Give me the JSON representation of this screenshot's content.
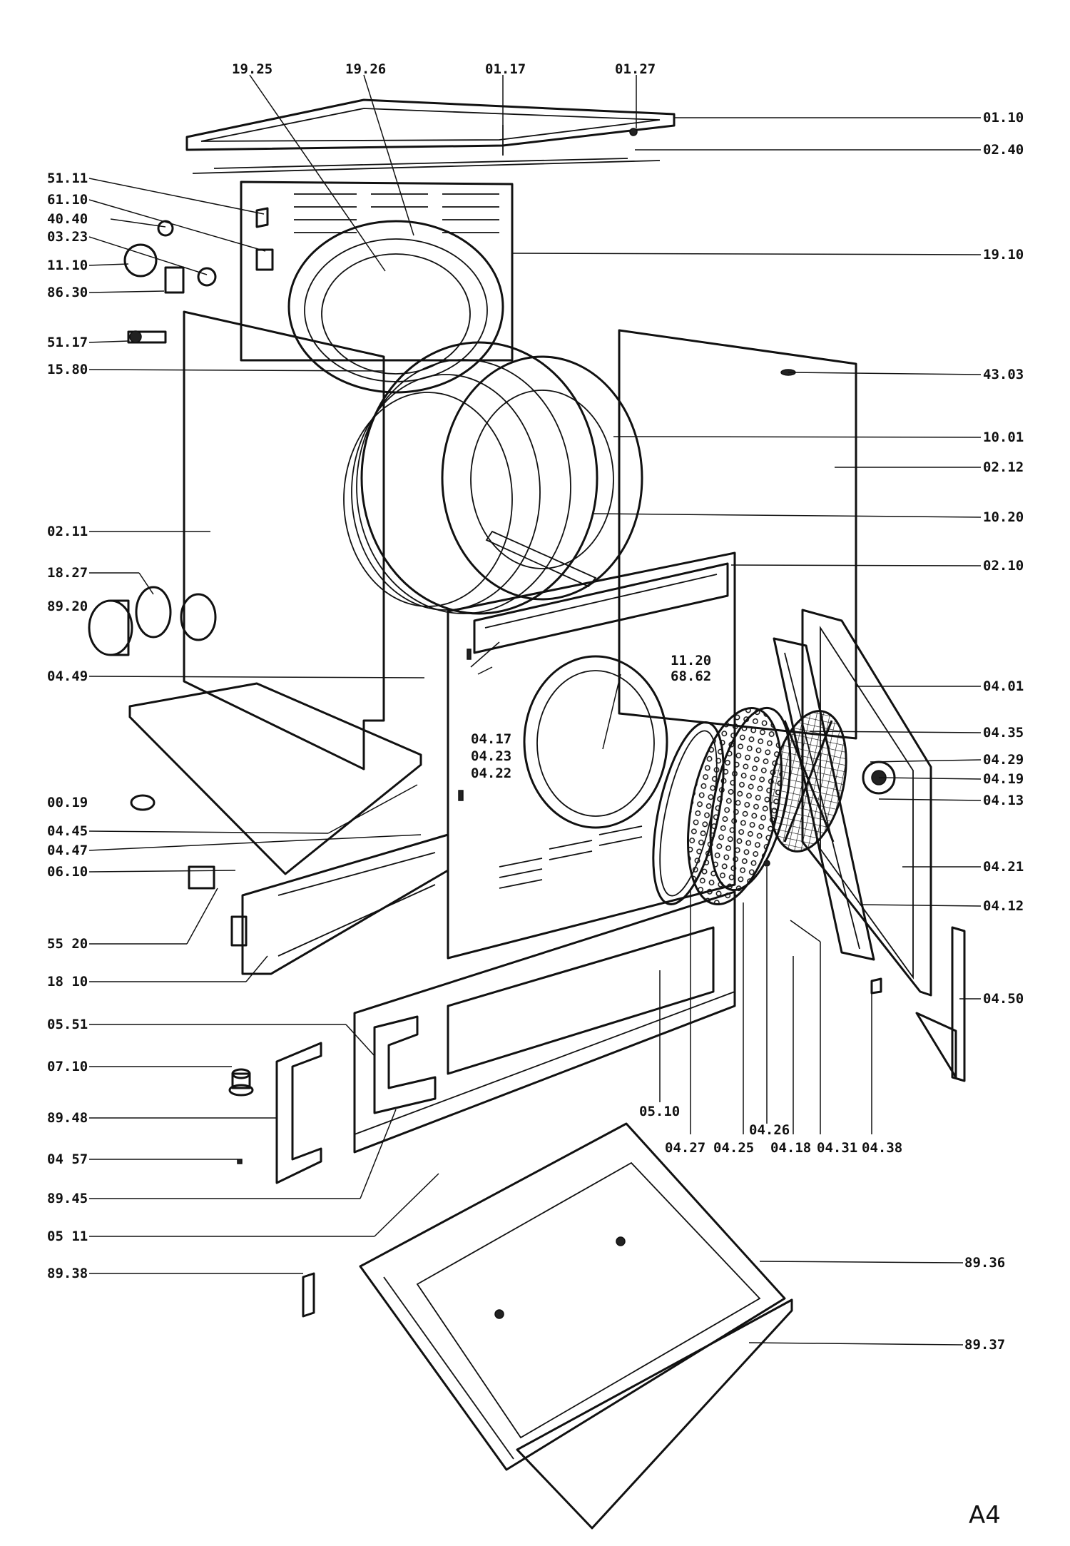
{
  "labels": [
    {
      "id": "19.25",
      "text": "19.25"
    },
    {
      "id": "19.26",
      "text": "19.26"
    },
    {
      "id": "01.17",
      "text": "01.17"
    },
    {
      "id": "01.27",
      "text": "01.27"
    },
    {
      "id": "01.10",
      "text": "01.10"
    },
    {
      "id": "02.40",
      "text": "02.40"
    },
    {
      "id": "51.11",
      "text": "51.11"
    },
    {
      "id": "61.10",
      "text": "61.10"
    },
    {
      "id": "40.40",
      "text": "40.40"
    },
    {
      "id": "03.23",
      "text": "03.23"
    },
    {
      "id": "11.10",
      "text": "11.10"
    },
    {
      "id": "86.30",
      "text": "86.30"
    },
    {
      "id": "19.10",
      "text": "19.10"
    },
    {
      "id": "51.17",
      "text": "51.17"
    },
    {
      "id": "15.80",
      "text": "15.80"
    },
    {
      "id": "43.03",
      "text": "43.03"
    },
    {
      "id": "10.01",
      "text": "10.01"
    },
    {
      "id": "02.12",
      "text": "02.12"
    },
    {
      "id": "10.20",
      "text": "10.20"
    },
    {
      "id": "02.11",
      "text": "02.11"
    },
    {
      "id": "02.10",
      "text": "02.10"
    },
    {
      "id": "18.27",
      "text": "18.27"
    },
    {
      "id": "89.20",
      "text": "89.20"
    },
    {
      "id": "11.20",
      "text": "11.20"
    },
    {
      "id": "68.62",
      "text": "68.62"
    },
    {
      "id": "04.49",
      "text": "04.49"
    },
    {
      "id": "04.01",
      "text": "04.01"
    },
    {
      "id": "04.17",
      "text": "04.17"
    },
    {
      "id": "04.23",
      "text": "04.23"
    },
    {
      "id": "04.22",
      "text": "04.22"
    },
    {
      "id": "04.35",
      "text": "04.35"
    },
    {
      "id": "04.29",
      "text": "04.29"
    },
    {
      "id": "04.19",
      "text": "04.19"
    },
    {
      "id": "00.19",
      "text": "00.19"
    },
    {
      "id": "04.13",
      "text": "04.13"
    },
    {
      "id": "04.45",
      "text": "04.45"
    },
    {
      "id": "04.47",
      "text": "04.47"
    },
    {
      "id": "06.10",
      "text": "06.10"
    },
    {
      "id": "04.21",
      "text": "04.21"
    },
    {
      "id": "04.12",
      "text": "04.12"
    },
    {
      "id": "55.20",
      "text": "55 20"
    },
    {
      "id": "18.10",
      "text": "18 10"
    },
    {
      "id": "04.50",
      "text": "04.50"
    },
    {
      "id": "05.51",
      "text": "05.51"
    },
    {
      "id": "07.10",
      "text": "07.10"
    },
    {
      "id": "05.10",
      "text": "05.10"
    },
    {
      "id": "04.27",
      "text": "04.27"
    },
    {
      "id": "04.25",
      "text": "04.25"
    },
    {
      "id": "04.26",
      "text": "04.26"
    },
    {
      "id": "04.18",
      "text": "04.18"
    },
    {
      "id": "04.31",
      "text": "04.31"
    },
    {
      "id": "04.38",
      "text": "04.38"
    },
    {
      "id": "89.48",
      "text": "89.48"
    },
    {
      "id": "04.57",
      "text": "04 57"
    },
    {
      "id": "89.45",
      "text": "89.45"
    },
    {
      "id": "05.11",
      "text": "05 11"
    },
    {
      "id": "89.36",
      "text": "89.36"
    },
    {
      "id": "89.38",
      "text": "89.38"
    },
    {
      "id": "89.37",
      "text": "89.37"
    }
  ],
  "page_marker": "A4"
}
